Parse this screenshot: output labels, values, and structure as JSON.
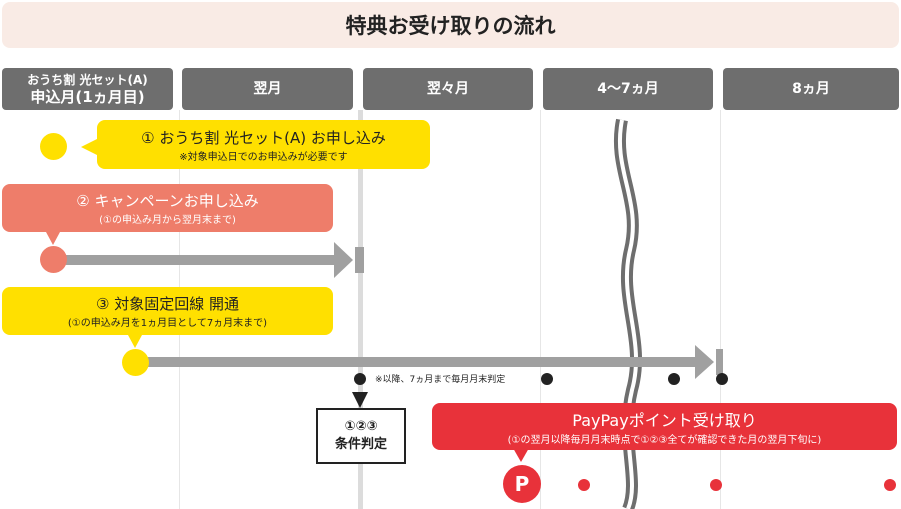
{
  "title": "特典お受け取りの流れ",
  "columns": [
    {
      "line1": "おうち割 光セット(A)",
      "line2": "申込月(1ヵ月目)"
    },
    {
      "label": "翌月"
    },
    {
      "label": "翌々月"
    },
    {
      "label": "4〜7ヵ月"
    },
    {
      "label": "8ヵ月"
    }
  ],
  "step1": {
    "title": "① おうち割 光セット(A) お申し込み",
    "note": "※対象申込日でのお申込みが必要です"
  },
  "step2": {
    "title": "② キャンペーンお申し込み",
    "note": "(①の申込み月から翌月末まで)"
  },
  "step3": {
    "title": "③ 対象固定回線 開通",
    "note": "(①の申込み月を1ヵ月目として7ヵ月末まで)"
  },
  "judge_note": "※以降、7ヵ月まで毎月月末判定",
  "condition": {
    "line1": "①②③",
    "line2": "条件判定"
  },
  "paypay": {
    "title": "PayPayポイント受け取り",
    "note": "(①の翌月以降毎月月末時点で①②③全てが確認できた月の翌月下旬に)",
    "icon_letter": "P"
  },
  "colors": {
    "yellow": "#ffe000",
    "salmon": "#ee7d6a",
    "red": "#e8323a",
    "gray": "#6e6e6e",
    "arrow": "#a0a0a0"
  }
}
